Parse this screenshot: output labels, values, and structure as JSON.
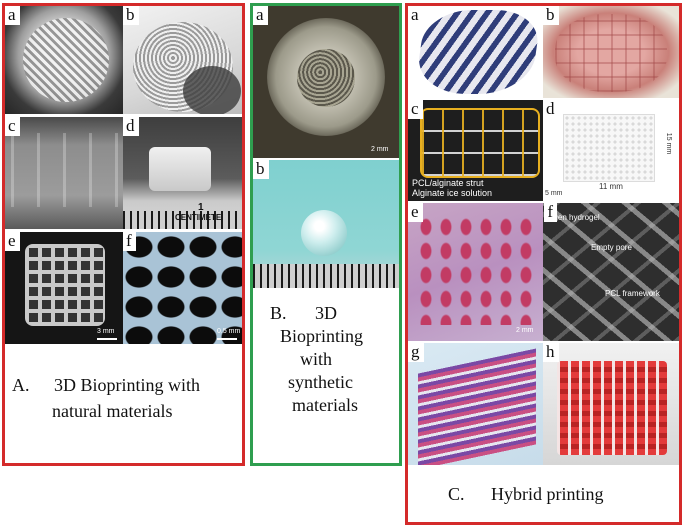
{
  "panel_a": {
    "caption_letter": "A.",
    "caption_line1": "3D Bioprinting  with",
    "caption_line2": "natural  materials",
    "images": [
      {
        "label": "a"
      },
      {
        "label": "b"
      },
      {
        "label": "c"
      },
      {
        "label": "d"
      },
      {
        "label": "e"
      },
      {
        "label": "f"
      }
    ],
    "d_ruler_text": "CENTIMETE",
    "d_ruler_digit": "1",
    "e_scale": "3 mm",
    "f_scale": "0.5 mm"
  },
  "panel_b": {
    "caption_letter": "B.",
    "caption_line1": "3D",
    "caption_line2": "Bioprinting",
    "caption_line3": "with",
    "caption_line4": "synthetic",
    "caption_line5": "materials",
    "images": [
      {
        "label": "a"
      },
      {
        "label": "b"
      }
    ],
    "a_scale": "2 mm"
  },
  "panel_c": {
    "caption_letter": "C.",
    "caption_text": "Hybrid printing",
    "images": [
      {
        "label": "a"
      },
      {
        "label": "b"
      },
      {
        "label": "c"
      },
      {
        "label": "d"
      },
      {
        "label": "e"
      },
      {
        "label": "f"
      },
      {
        "label": "g"
      },
      {
        "label": "h"
      }
    ],
    "c_legend_1": "PCL/alginate strut",
    "c_legend_2": "Alginate ice solution",
    "d_dim_v": "15 mm",
    "d_dim_h": "11 mm",
    "d_corner": "5 mm",
    "e_scale": "2 mm",
    "f_annot_1": "agen hydrogel",
    "f_annot_2": "Empty pore",
    "f_annot_3": "PCL framework"
  },
  "colors": {
    "panel_a_border": "#d42a2a",
    "panel_b_border": "#2f9e4f",
    "panel_c_border": "#d42a2a"
  }
}
